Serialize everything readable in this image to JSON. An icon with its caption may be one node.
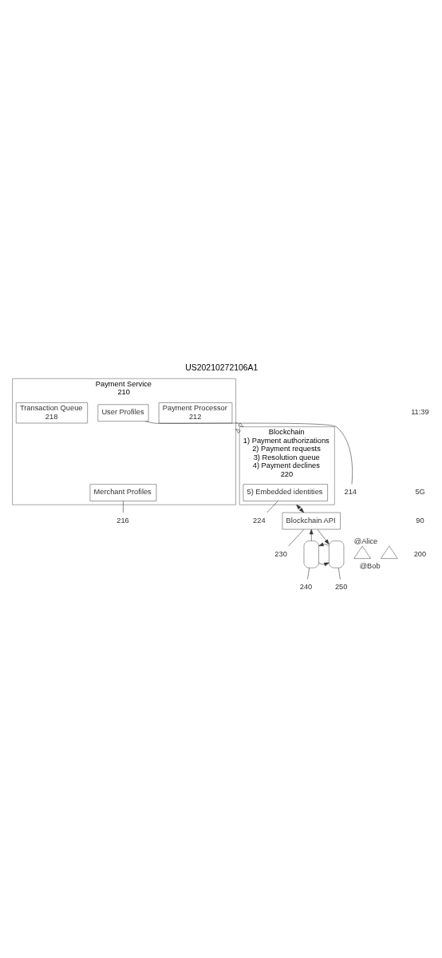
{
  "diagram": {
    "title": "US20210272106A1",
    "nodes": [
      {
        "text": [
          "Payment Service",
          "210"
        ]
      },
      {
        "text": [
          "Payment Processor",
          "212"
        ],
        "in": 0
      },
      {
        "text": [
          "User Profiles"
        ],
        "in": 0
      },
      {
        "text": [
          "Merchant Profiles"
        ],
        "in": 0
      },
      {
        "text": [
          "Transaction Queue",
          "218"
        ],
        "in": 0
      },
      {
        "text": [
          "214"
        ]
      },
      {
        "text": [
          "216"
        ]
      },
      {
        "text": [
          "Blockchain",
          "1) Payment authorizations",
          "2) Payment requests",
          "3) Resolution queue",
          "4) Payment declines",
          "220"
        ]
      },
      {
        "text": [
          "5) Embedded identities"
        ],
        "in": 7
      },
      {
        "text": [
          "224"
        ]
      },
      {
        "text": [
          "Blockchain API"
        ]
      },
      {
        "text": [
          "230"
        ]
      },
      {
        "text": [],
        "shape": "person",
        "beside": [
          "@Alice"
        ]
      },
      {
        "text": [],
        "shape": "phone"
      },
      {
        "text": [
          "240"
        ]
      },
      {
        "text": [],
        "shape": "phone"
      },
      {
        "text": [
          "250"
        ]
      },
      {
        "text": [],
        "shape": "person",
        "beside": [
          "@Bob"
        ]
      }
    ],
    "edges": [
      {
        "from": 5,
        "to": 2,
        "arrow": "none"
      },
      {
        "from": 6,
        "to": 3,
        "arrow": "none"
      },
      {
        "from": 7,
        "to": 0,
        "arrow": "to",
        "style": "dashed"
      },
      {
        "from": 0,
        "to": 7,
        "arrow": "to",
        "style": "dashed"
      },
      {
        "from": 9,
        "to": 8,
        "arrow": "none"
      },
      {
        "from": 7,
        "to": 10,
        "arrow": "both"
      },
      {
        "from": 11,
        "to": 10,
        "arrow": "none"
      },
      {
        "from": 13,
        "to": 10,
        "arrow": "to"
      },
      {
        "from": 10,
        "to": 15,
        "arrow": "to"
      },
      {
        "from": 14,
        "to": 13,
        "arrow": "none"
      },
      {
        "from": 16,
        "to": 15,
        "arrow": "none"
      },
      {
        "from": 13,
        "to": 15,
        "arrow": "to"
      },
      {
        "from": 15,
        "to": 13,
        "arrow": "to"
      }
    ],
    "labels": [
      "11:39",
      "5G",
      "90",
      "200"
    ]
  }
}
